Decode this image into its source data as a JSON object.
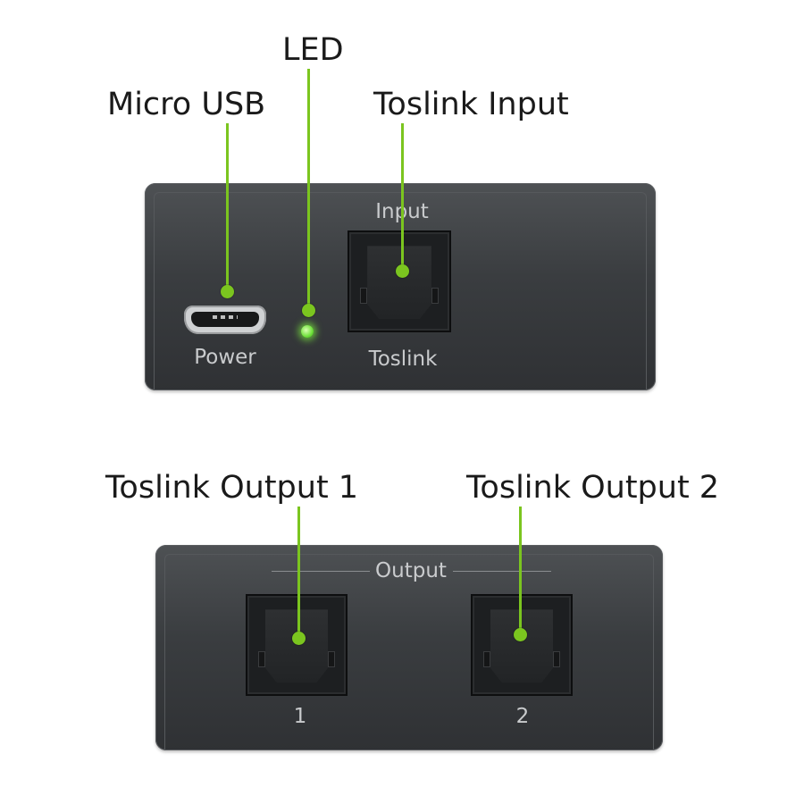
{
  "callouts": {
    "micro_usb": "Micro USB",
    "led": "LED",
    "toslink_input": "Toslink Input",
    "toslink_output_1": "Toslink Output 1",
    "toslink_output_2": "Toslink Output 2"
  },
  "input_panel": {
    "input_label": "Input",
    "power_label": "Power",
    "toslink_label": "Toslink"
  },
  "output_panel": {
    "output_label": "Output",
    "port_1_label": "1",
    "port_2_label": "2"
  },
  "colors": {
    "accent_leader": "#7bc51f",
    "led_glow": "#6ee03a",
    "panel": "#3a3d40"
  }
}
